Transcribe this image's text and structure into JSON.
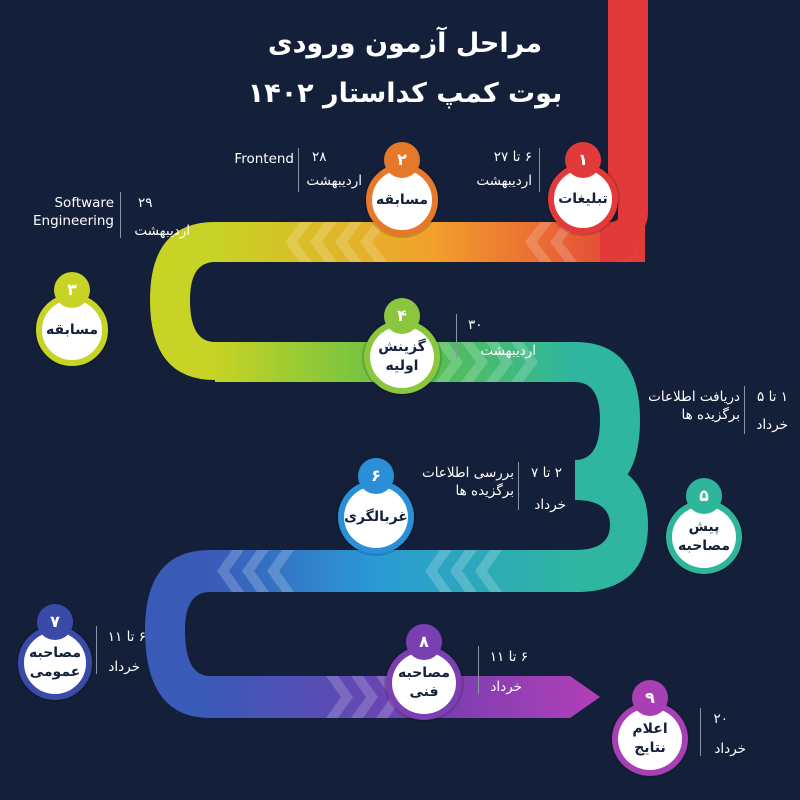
{
  "header": {
    "title": "مراحل آزمون ورودی",
    "subtitle": "بوت کمپ کداستار ۱۴۰۲"
  },
  "steps": [
    {
      "number": "۱",
      "label": [
        "تبلیغات"
      ],
      "date_line1": "۶ تا ۲۷",
      "date_line2": "اردیبهشت",
      "note": "",
      "color": "#e23a3a"
    },
    {
      "number": "۲",
      "label": [
        "مسابقه"
      ],
      "date_line1": "۲۸",
      "date_line2": "اردیبهشت",
      "note": "Frontend",
      "color": "#e6782a"
    },
    {
      "number": "۳",
      "label": [
        "مسابقه"
      ],
      "date_line1": "۲۹",
      "date_line2": "اردیبهشت",
      "note": "Software Engineering",
      "color": "#c7d325"
    },
    {
      "number": "۴",
      "label": [
        "گزینش",
        "اولیه"
      ],
      "date_line1": "۳۰",
      "date_line2": "اردیبهشت",
      "note": "",
      "color": "#8cc63f"
    },
    {
      "number": "۵",
      "label": [
        "پیش",
        "مصاحبه"
      ],
      "date_line1": "۱ تا ۵",
      "date_line2": "خرداد",
      "note": "دریافت اطلاعات برگزیده ها",
      "color": "#2fb69a"
    },
    {
      "number": "۶",
      "label": [
        "غربالگری"
      ],
      "date_line1": "۲ تا ۷",
      "date_line2": "خرداد",
      "note": "بررسی اطلاعات برگزیده ها",
      "color": "#2a8fd6"
    },
    {
      "number": "۷",
      "label": [
        "مصاحبه",
        "عمومی"
      ],
      "date_line1": "۶ تا ۱۱",
      "date_line2": "خرداد",
      "note": "",
      "color": "#3a4aa8"
    },
    {
      "number": "۸",
      "label": [
        "مصاحبه",
        "فنی"
      ],
      "date_line1": "۶ تا ۱۱",
      "date_line2": "خرداد",
      "note": "",
      "color": "#7a3fb0"
    },
    {
      "number": "۹",
      "label": [
        "اعلام",
        "نتایج"
      ],
      "date_line1": "۲۰",
      "date_line2": "خرداد",
      "note": "",
      "color": "#a83fb5"
    }
  ]
}
